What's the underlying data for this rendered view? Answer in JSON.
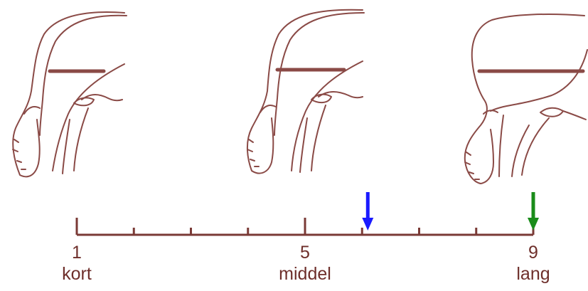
{
  "scale": {
    "min": 1,
    "max": 9,
    "labeled_points": [
      {
        "value": "1",
        "label": "kort"
      },
      {
        "value": "5",
        "label": "middel"
      },
      {
        "value": "9",
        "label": "lang"
      }
    ],
    "minor_ticks": [
      2,
      3,
      4,
      6,
      7,
      8
    ]
  },
  "markers": [
    {
      "name": "blue-arrow",
      "value": 6.1,
      "color": "#1a1aff"
    },
    {
      "name": "green-arrow",
      "value": 9,
      "color": "#1a8c1a"
    }
  ],
  "colors": {
    "line": "#7a3a36",
    "text": "#6e2f2b"
  }
}
